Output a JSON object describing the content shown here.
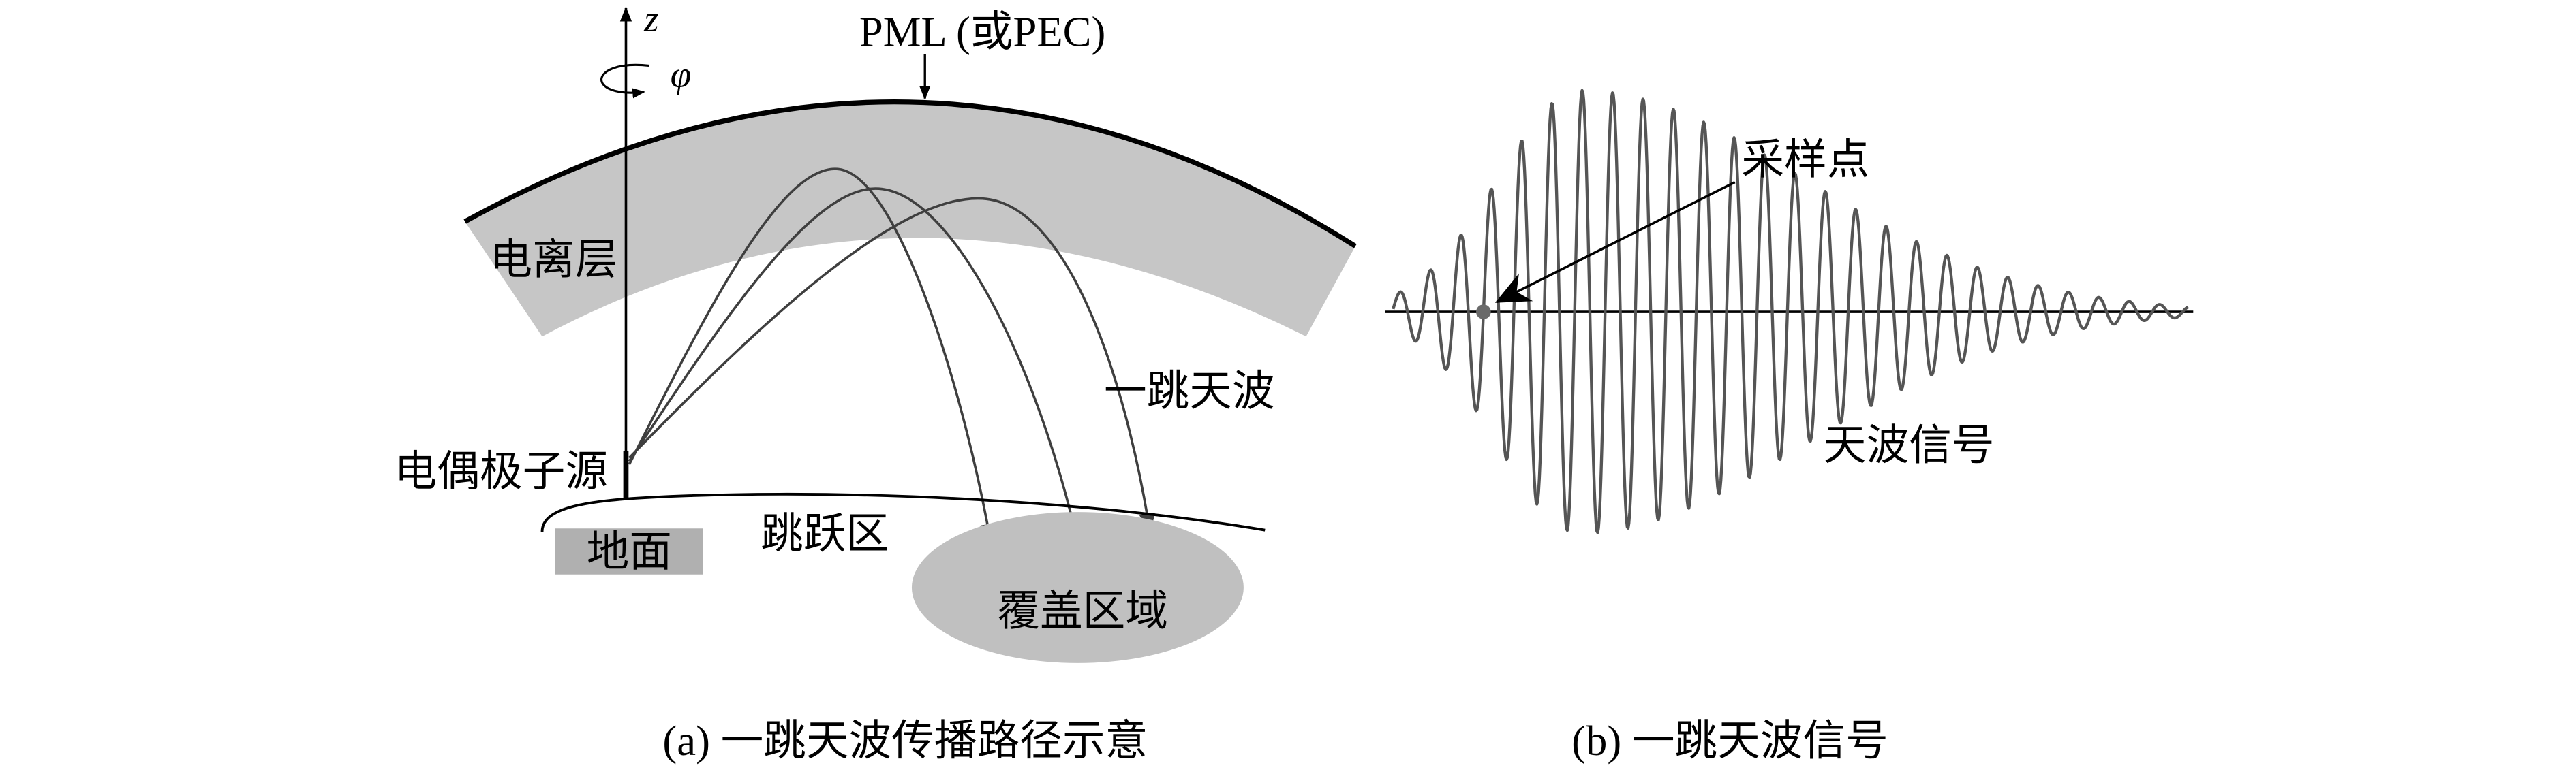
{
  "figure": {
    "panel_a": {
      "z_axis_label": "z",
      "phi_label": "φ",
      "boundary_label": "PML (或PEC)",
      "ionosphere_label": "电离层",
      "skywave_path_label": "一跳天波",
      "source_label": "电偶极子源",
      "ground_label": "地面",
      "skip_zone_label": "跳跃区",
      "coverage_label": "覆盖区域",
      "caption": "(a) 一跳天波传播路径示意"
    },
    "panel_b": {
      "sample_point_label": "采样点",
      "signal_label": "天波信号",
      "caption": "(b) 一跳天波信号"
    }
  },
  "colors": {
    "ionosphere_fill": "#c6c6c6",
    "ground_box_fill": "#b0b0b0",
    "coverage_fill": "#c0c0c0",
    "ray_stroke": "#3f3f3f",
    "waveform_stroke": "#555555",
    "sample_point_fill": "#6a6a6a"
  }
}
